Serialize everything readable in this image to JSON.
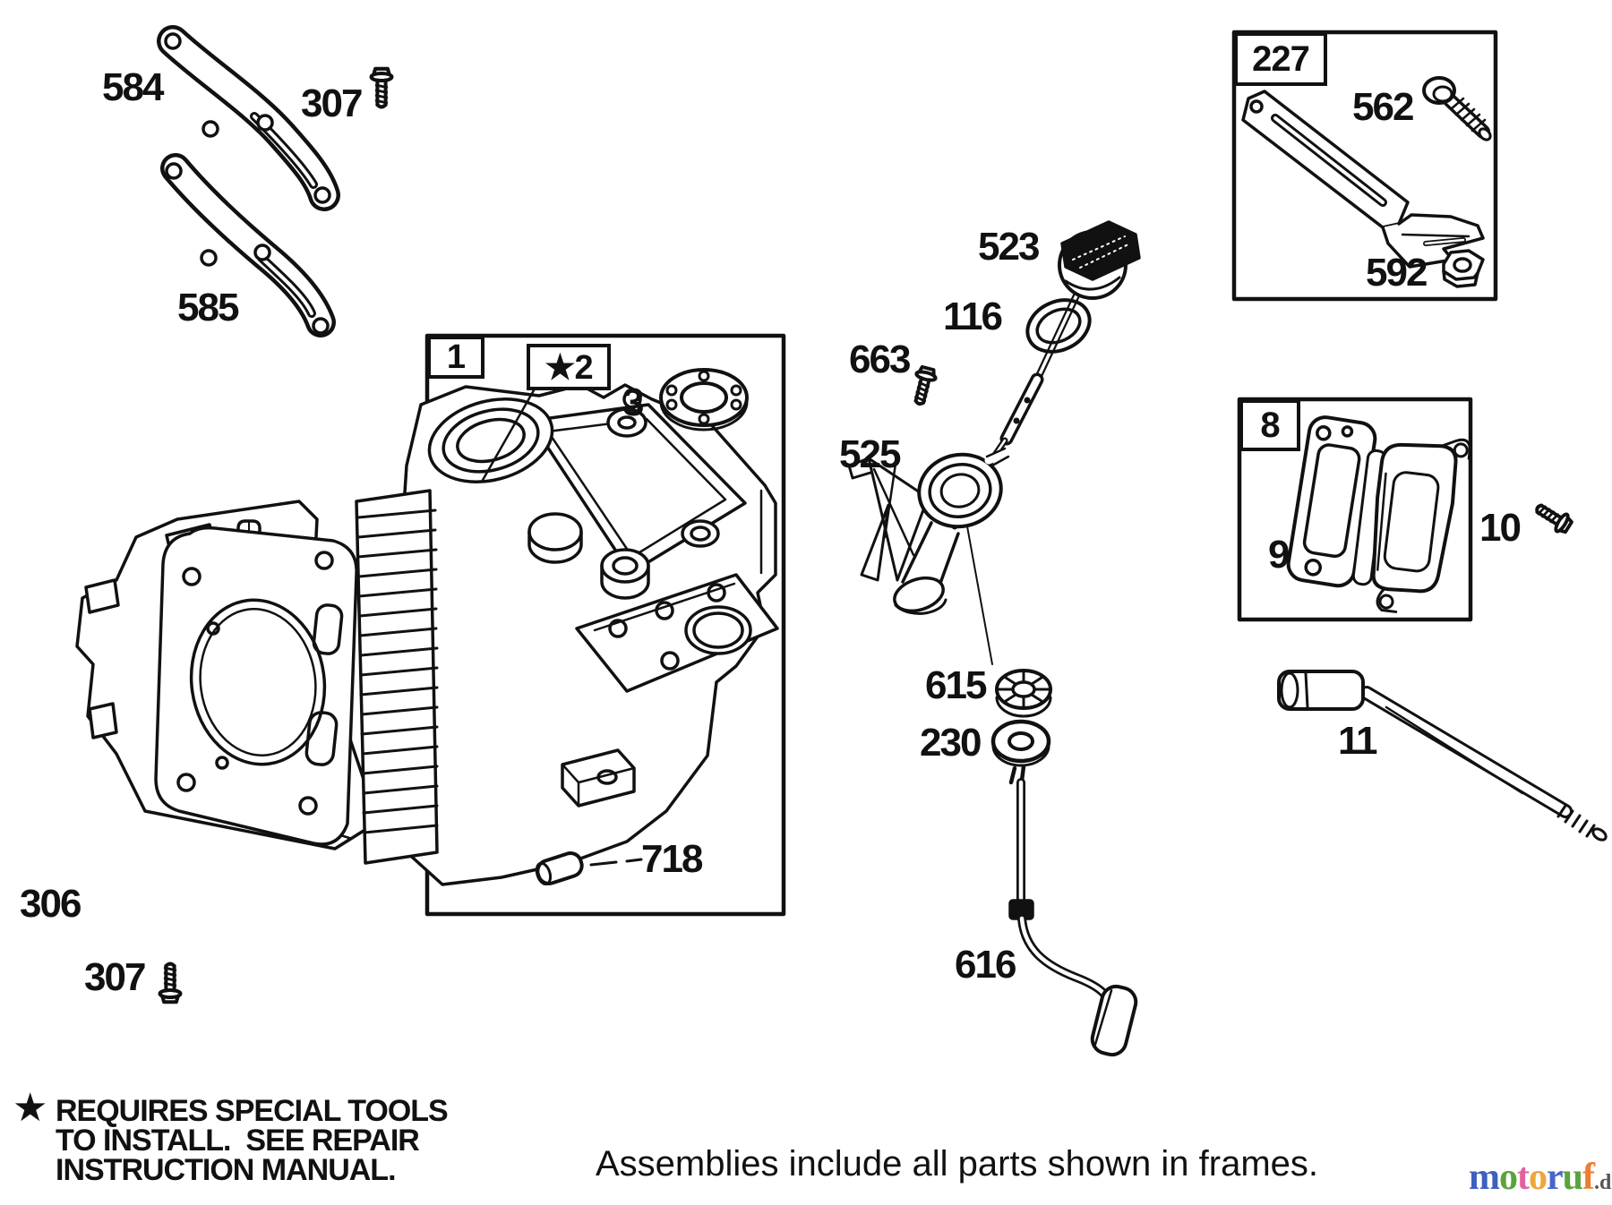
{
  "colors": {
    "ink": "#111111",
    "background": "#ffffff"
  },
  "frames": {
    "f1": {
      "label": "1"
    },
    "f2": {
      "label": "★2"
    },
    "f227": {
      "label": "227"
    },
    "f8": {
      "label": "8"
    }
  },
  "parts": {
    "p584": "584",
    "p307_top": "307",
    "p585": "585",
    "p3": "3",
    "p718": "718",
    "p306": "306",
    "p307_bottom": "307",
    "p523": "523",
    "p116": "116",
    "p663": "663",
    "p525": "525",
    "p615": "615",
    "p230": "230",
    "p616": "616",
    "p562": "562",
    "p592": "592",
    "p9": "9",
    "p10": "10",
    "p11": "11"
  },
  "footnote": {
    "star": "★",
    "line1": "REQUIRES SPECIAL TOOLS",
    "line2": "TO INSTALL.  SEE REPAIR",
    "line3": "INSTRUCTION MANUAL."
  },
  "caption": "Assemblies include all parts shown in frames.",
  "logo": {
    "l1": {
      "ch": "m",
      "style": "color:#3e5fbe"
    },
    "l2": {
      "ch": "o",
      "style": "color:#5aa43c"
    },
    "l3": {
      "ch": "t",
      "style": "color:#e2609e"
    },
    "l4": {
      "ch": "o",
      "style": "color:#efa63a"
    },
    "l5": {
      "ch": "r",
      "style": "color:#4a66c4"
    },
    "l6": {
      "ch": "u",
      "style": "color:#5aa43c"
    },
    "l7": {
      "ch": "f",
      "style": "color:#ef7d2a"
    },
    "suffix": {
      "ch": ".de",
      "style": "color:#555555"
    }
  }
}
